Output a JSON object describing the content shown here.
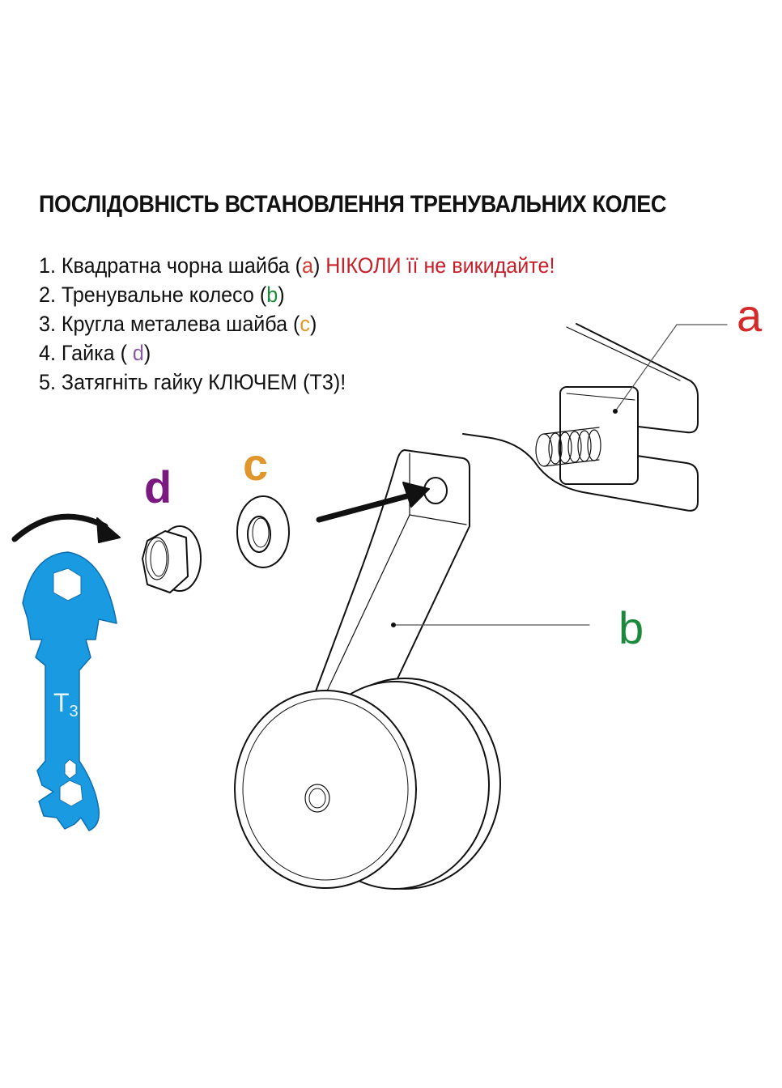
{
  "title": "ПОСЛІДОВНІСТЬ ВСТАНОВЛЕННЯ ТРЕНУВАЛЬНИХ КОЛЕС",
  "steps": [
    {
      "prefix": "1. Квадратна чорна шайба (",
      "letter": "a",
      "suffix": ")",
      "warning": " НІКОЛИ її не викидайте!"
    },
    {
      "prefix": "2. Тренувальне колесо (",
      "letter": "b",
      "suffix": ")"
    },
    {
      "prefix": "3. Кругла металева шайба (",
      "letter": "c",
      "suffix": ")"
    },
    {
      "prefix": "4. Гайка ( ",
      "letter": "d",
      "suffix": ")"
    },
    {
      "prefix": "5. Затягніть гайку КЛЮЧЕМ (Т3)!"
    }
  ],
  "labels": {
    "a": "a",
    "b": "b",
    "c": "c",
    "d": "d"
  },
  "wrench": {
    "main": "T",
    "sub": "3"
  },
  "colors": {
    "a": "#d42a2a",
    "b": "#1a8a3a",
    "c": "#e0962a",
    "d": "#7a1a80",
    "warning": "#c8202a",
    "wrench": "#1a9ae0"
  }
}
